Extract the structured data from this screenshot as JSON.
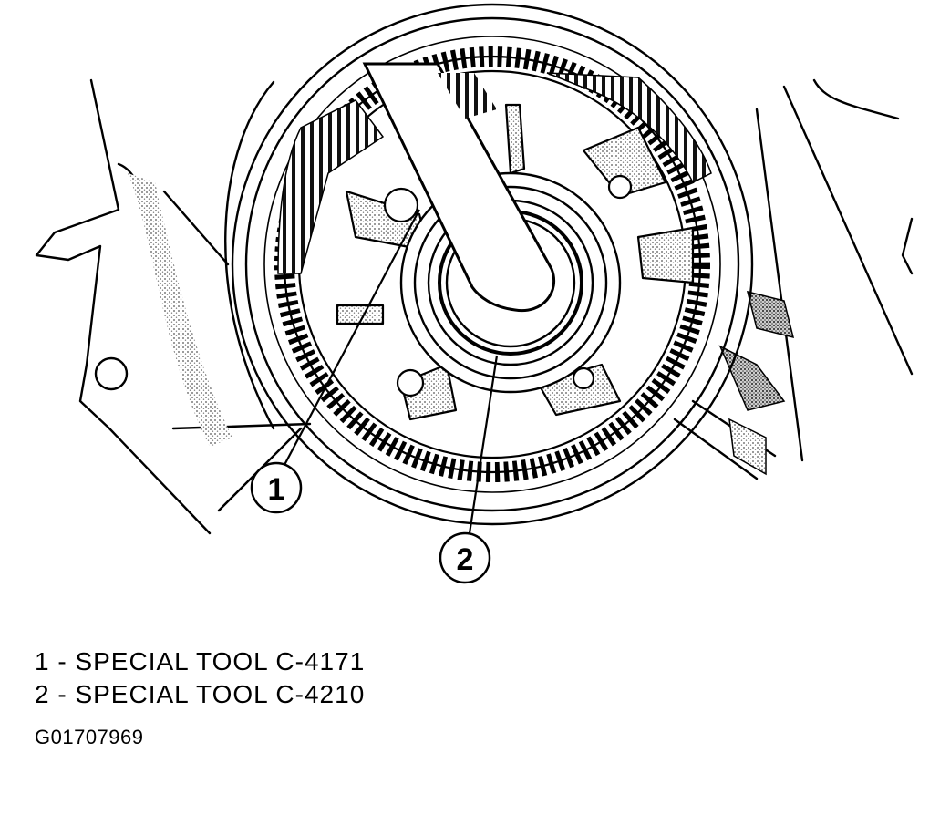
{
  "callouts": [
    {
      "number": "1"
    },
    {
      "number": "2"
    }
  ],
  "legend": [
    {
      "text": "1 - SPECIAL TOOL C-4171"
    },
    {
      "text": "2 - SPECIAL TOOL C-4210"
    }
  ],
  "figure_id": "G01707969",
  "colors": {
    "ink": "#000000",
    "paper": "#ffffff",
    "stipple": "#bdbdbd"
  }
}
